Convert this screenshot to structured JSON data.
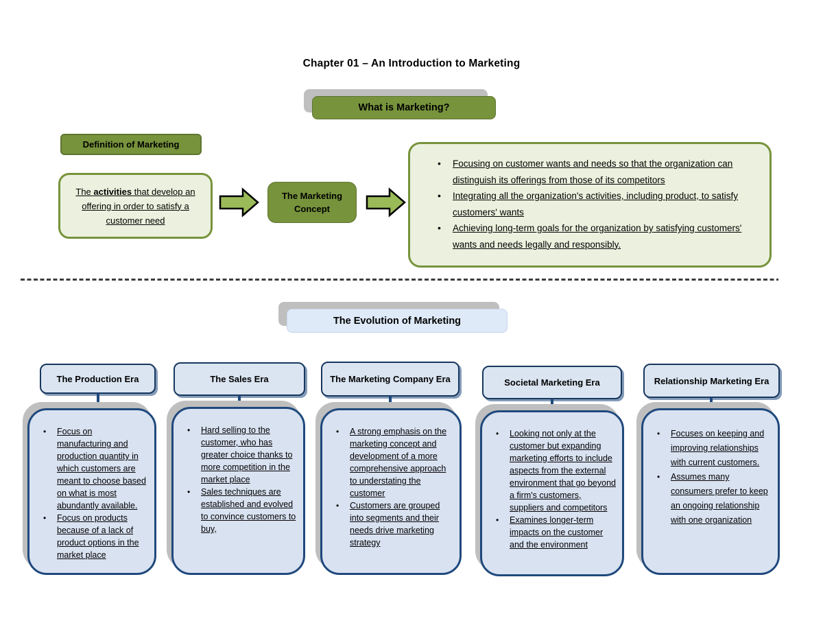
{
  "page": {
    "title": "Chapter 01 – An Introduction to Marketing"
  },
  "what_is_marketing": {
    "header": "What is Marketing?",
    "definition_label": "Definition of Marketing",
    "definition": {
      "pre": "The ",
      "bold": "activities",
      "post": " that develop an offering in order to satisfy a customer need"
    },
    "concept_label": "The Marketing Concept",
    "concept_points": [
      "Focusing on customer wants and needs so that the organization can distinguish its offerings from those of its competitors",
      "Integrating all the organization's activities, including product, to satisfy customers' wants",
      "Achieving long-term goals for the organization by satisfying customers' wants and needs legally and responsibly."
    ]
  },
  "evolution": {
    "header": "The Evolution of Marketing",
    "eras": [
      {
        "title": "The Production Era",
        "bullets": [
          "Focus on manufacturing and production quantity in which customers are meant to choose based on what is most abundantly available.",
          "Focus on products because of a lack of product options in the market place"
        ]
      },
      {
        "title": "The Sales Era",
        "bullets": [
          "Hard selling to the customer, who has greater choice thanks to more competition in the market place",
          "Sales techniques are established and evolved to convince customers to buy,"
        ]
      },
      {
        "title": "The Marketing Company Era",
        "bullets": [
          "A strong emphasis on the marketing concept and development of a more comprehensive approach to understating the customer",
          "Customers are grouped into segments and their needs drive marketing strategy"
        ]
      },
      {
        "title": "Societal Marketing Era",
        "bullets": [
          "Looking not only at the customer but expanding marketing efforts to include aspects from the external environment that go beyond a firm's customers, suppliers and competitors",
          "Examines longer-term impacts on the customer and the environment"
        ]
      },
      {
        "title": "Relationship Marketing Era",
        "bullets": [
          "Focuses on keeping and improving relationships with current customers.",
          "Assumes many consumers prefer to keep an ongoing relationship with one organization"
        ]
      }
    ]
  },
  "colors": {
    "green_dark": "#77933C",
    "green_light": "#EBF1DE",
    "green_arrow": "#9BBB59",
    "blue_header_fill": "#DBE5F1",
    "blue_body_fill": "#D9E2F1",
    "blue_border": "#1F497D",
    "shadow_gray": "#BFBFBF"
  }
}
